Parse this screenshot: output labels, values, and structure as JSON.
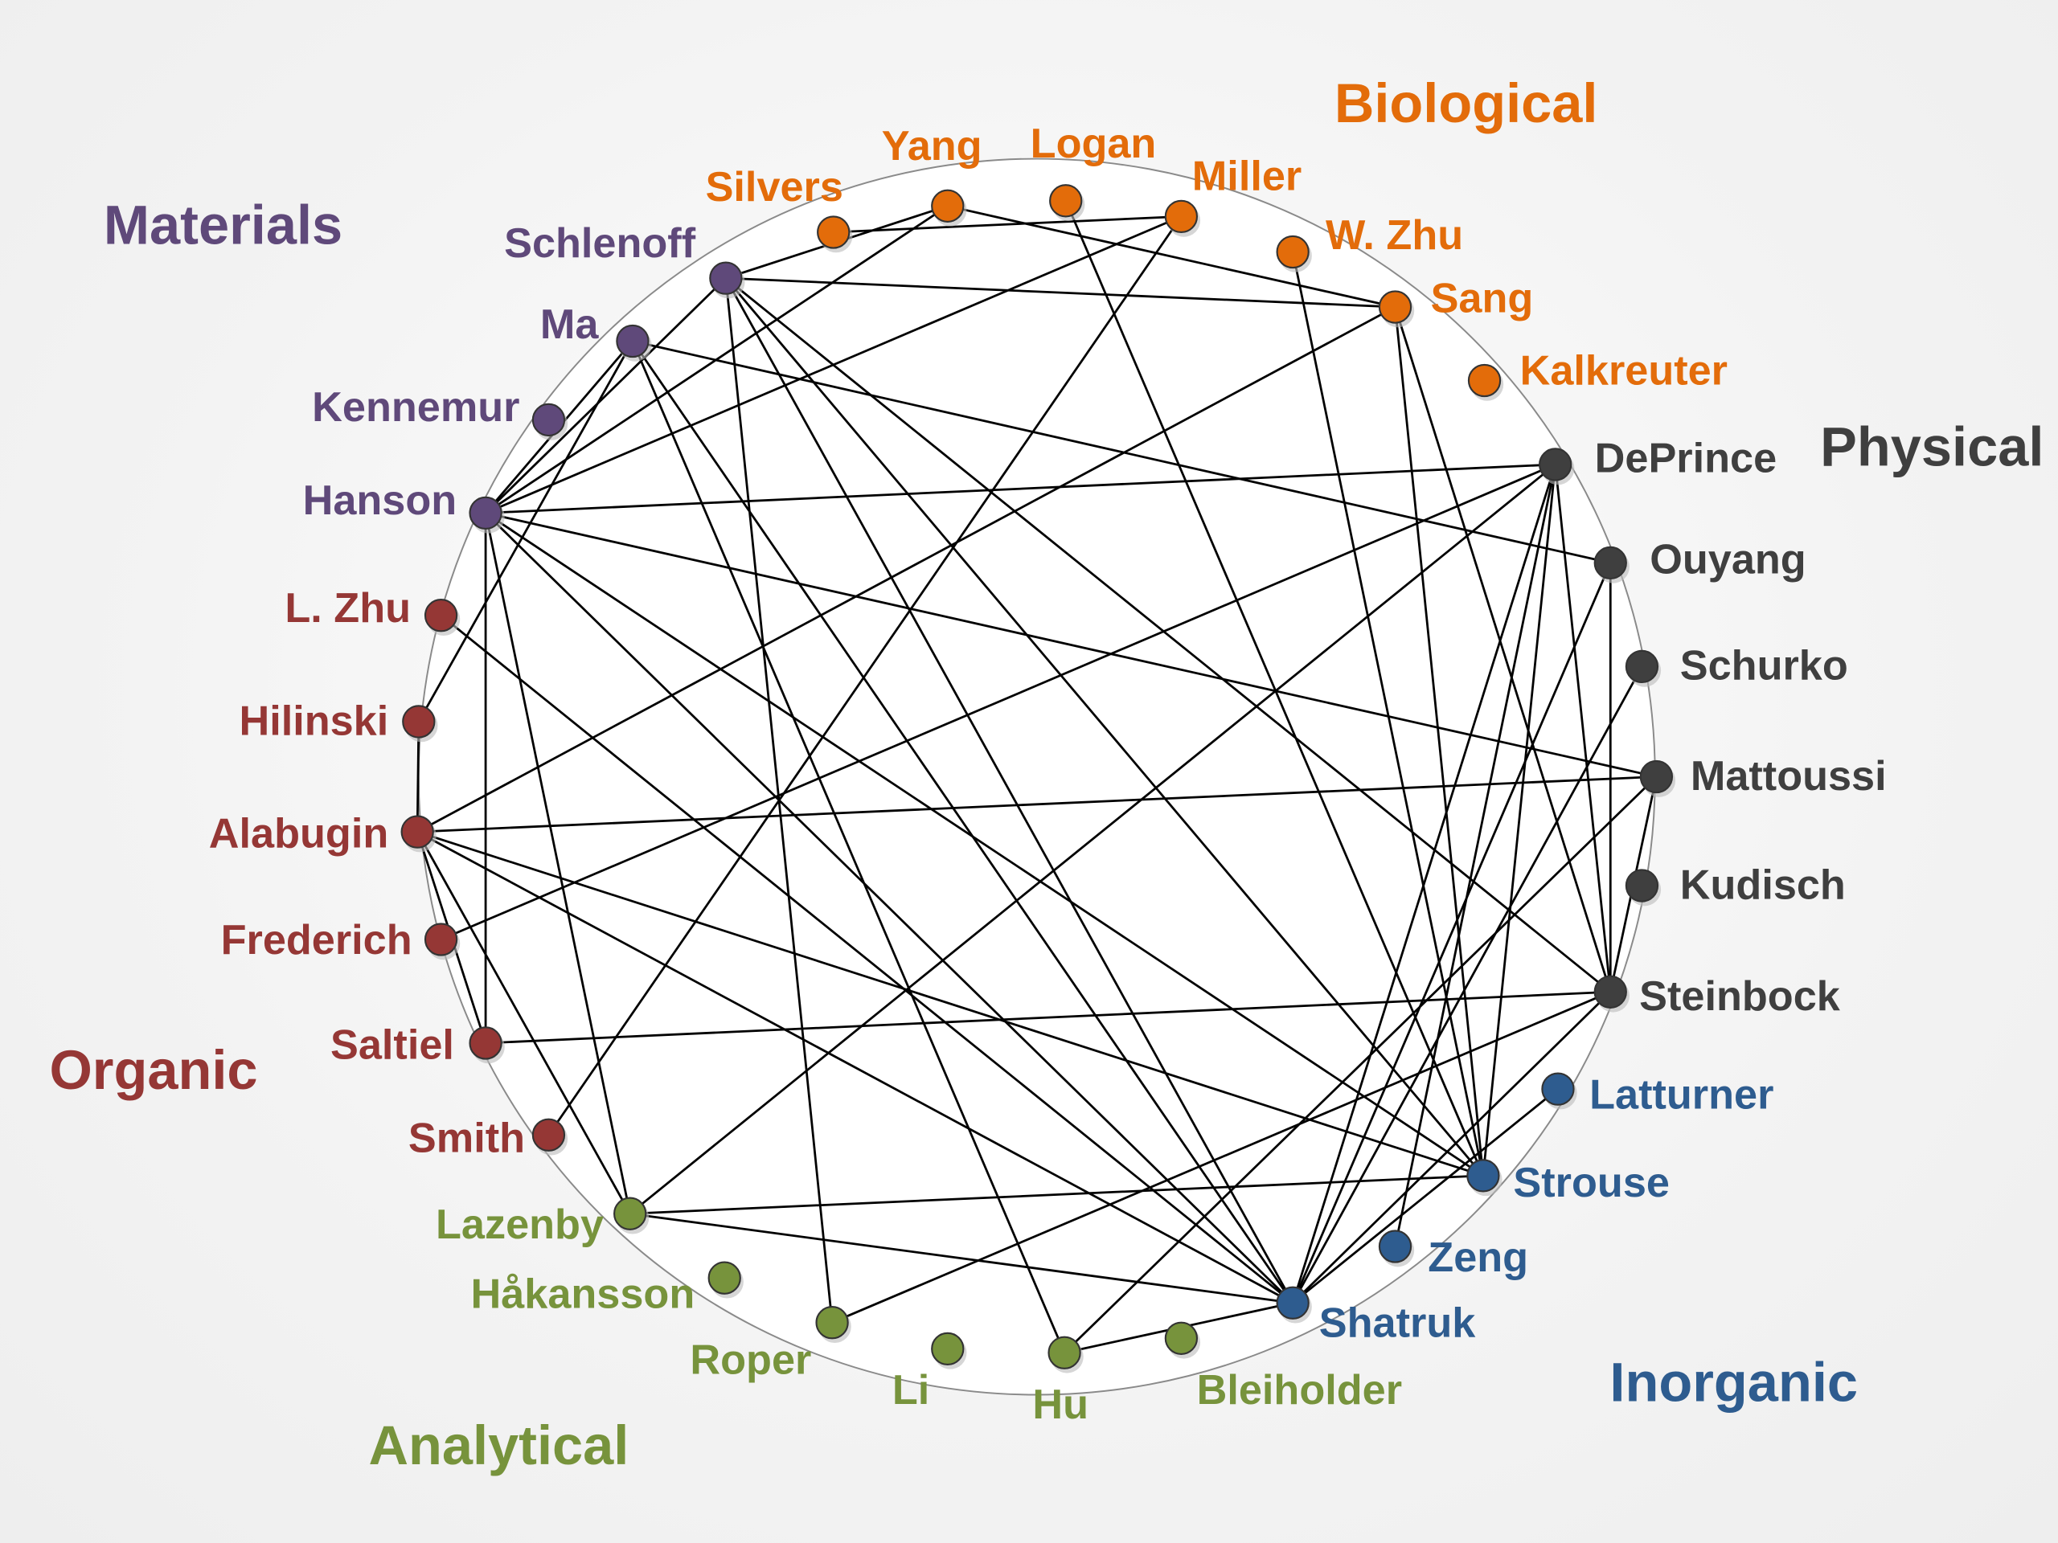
{
  "colors": {
    "Biological": "#e36c0a",
    "Physical": "#3f3f3f",
    "Inorganic": "#2e5c8f",
    "Analytical": "#77933c",
    "Organic": "#953735",
    "Materials": "#5f497a"
  },
  "groups": [
    {
      "name": "Biological"
    },
    {
      "name": "Materials"
    },
    {
      "name": "Physical"
    },
    {
      "name": "Organic"
    },
    {
      "name": "Inorganic"
    },
    {
      "name": "Analytical"
    }
  ],
  "nodes": [
    {
      "name": "Silvers",
      "group": "Biological"
    },
    {
      "name": "Yang",
      "group": "Biological"
    },
    {
      "name": "Logan",
      "group": "Biological"
    },
    {
      "name": "Miller",
      "group": "Biological"
    },
    {
      "name": "W. Zhu",
      "group": "Biological"
    },
    {
      "name": "Sang",
      "group": "Biological"
    },
    {
      "name": "Kalkreuter",
      "group": "Biological"
    },
    {
      "name": "DePrince",
      "group": "Physical"
    },
    {
      "name": "Ouyang",
      "group": "Physical"
    },
    {
      "name": "Schurko",
      "group": "Physical"
    },
    {
      "name": "Mattoussi",
      "group": "Physical"
    },
    {
      "name": "Kudisch",
      "group": "Physical"
    },
    {
      "name": "Steinbock",
      "group": "Physical"
    },
    {
      "name": "Latturner",
      "group": "Inorganic"
    },
    {
      "name": "Strouse",
      "group": "Inorganic"
    },
    {
      "name": "Zeng",
      "group": "Inorganic"
    },
    {
      "name": "Shatruk",
      "group": "Inorganic"
    },
    {
      "name": "Bleiholder",
      "group": "Analytical"
    },
    {
      "name": "Hu",
      "group": "Analytical"
    },
    {
      "name": "Li",
      "group": "Analytical"
    },
    {
      "name": "Roper",
      "group": "Analytical"
    },
    {
      "name": "Håkansson",
      "group": "Analytical"
    },
    {
      "name": "Lazenby",
      "group": "Analytical"
    },
    {
      "name": "Smith",
      "group": "Organic"
    },
    {
      "name": "Saltiel",
      "group": "Organic"
    },
    {
      "name": "Frederich",
      "group": "Organic"
    },
    {
      "name": "Alabugin",
      "group": "Organic"
    },
    {
      "name": "Hilinski",
      "group": "Organic"
    },
    {
      "name": "L. Zhu",
      "group": "Organic"
    },
    {
      "name": "Hanson",
      "group": "Materials"
    },
    {
      "name": "Kennemur",
      "group": "Materials"
    },
    {
      "name": "Ma",
      "group": "Materials"
    },
    {
      "name": "Schlenoff",
      "group": "Materials"
    }
  ],
  "edges": [
    [
      "Silvers",
      "Miller"
    ],
    [
      "Yang",
      "Schlenoff"
    ],
    [
      "Yang",
      "Sang"
    ],
    [
      "Yang",
      "Hanson"
    ],
    [
      "Schlenoff",
      "Sang"
    ],
    [
      "Schlenoff",
      "Hanson"
    ],
    [
      "Schlenoff",
      "Steinbock"
    ],
    [
      "Schlenoff",
      "Strouse"
    ],
    [
      "Schlenoff",
      "Shatruk"
    ],
    [
      "Schlenoff",
      "Roper"
    ],
    [
      "Ma",
      "Hanson"
    ],
    [
      "Ma",
      "Ouyang"
    ],
    [
      "Ma",
      "Shatruk"
    ],
    [
      "Ma",
      "Hu"
    ],
    [
      "Ma",
      "Hilinski"
    ],
    [
      "Miller",
      "Hanson"
    ],
    [
      "Miller",
      "Smith"
    ],
    [
      "Logan",
      "Strouse"
    ],
    [
      "W. Zhu",
      "Strouse"
    ],
    [
      "Sang",
      "Strouse"
    ],
    [
      "Sang",
      "Steinbock"
    ],
    [
      "Sang",
      "Alabugin"
    ],
    [
      "DePrince",
      "Hanson"
    ],
    [
      "DePrince",
      "Frederich"
    ],
    [
      "DePrince",
      "Shatruk"
    ],
    [
      "DePrince",
      "Zeng"
    ],
    [
      "DePrince",
      "Strouse"
    ],
    [
      "DePrince",
      "Steinbock"
    ],
    [
      "DePrince",
      "Lazenby"
    ],
    [
      "Ouyang",
      "Steinbock"
    ],
    [
      "Ouyang",
      "Shatruk"
    ],
    [
      "Schurko",
      "Shatruk"
    ],
    [
      "Hanson",
      "Mattoussi"
    ],
    [
      "Hanson",
      "Strouse"
    ],
    [
      "Hanson",
      "Shatruk"
    ],
    [
      "Hanson",
      "Lazenby"
    ],
    [
      "Hanson",
      "Saltiel"
    ],
    [
      "L. Zhu",
      "Shatruk"
    ],
    [
      "Alabugin",
      "Mattoussi"
    ],
    [
      "Alabugin",
      "Strouse"
    ],
    [
      "Alabugin",
      "Shatruk"
    ],
    [
      "Alabugin",
      "Saltiel"
    ],
    [
      "Alabugin",
      "Lazenby"
    ],
    [
      "Alabugin",
      "Hilinski"
    ],
    [
      "Saltiel",
      "Steinbock"
    ],
    [
      "Lazenby",
      "Strouse"
    ],
    [
      "Lazenby",
      "Shatruk"
    ],
    [
      "Roper",
      "Steinbock"
    ],
    [
      "Hu",
      "Shatruk"
    ],
    [
      "Hu",
      "Mattoussi"
    ],
    [
      "Mattoussi",
      "Steinbock"
    ],
    [
      "Steinbock",
      "Shatruk"
    ],
    [
      "Latturner",
      "Shatruk"
    ]
  ]
}
